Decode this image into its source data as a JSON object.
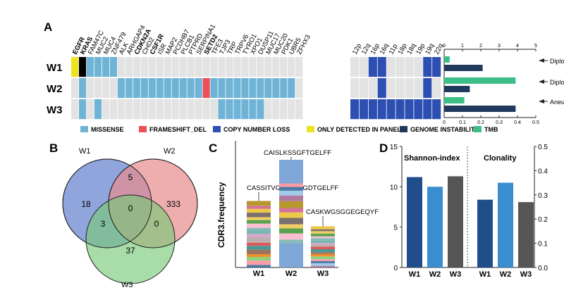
{
  "panels": {
    "a": "A",
    "b": "B",
    "c": "C",
    "d": "D"
  },
  "colors": {
    "missense": "#6fb3d6",
    "frameshift": "#ec4f55",
    "cnloss": "#2e4fb2",
    "panel": "#ece41f",
    "genome": "#1f3a5c",
    "tmb": "#3cbf86",
    "empty": "#e3e3e3"
  },
  "heatmap": {
    "rows": [
      "W1",
      "W2",
      "W3"
    ],
    "genes": [
      {
        "name": "EGFR",
        "bold": true
      },
      {
        "name": "KRAS",
        "bold": true
      },
      {
        "name": "FAM47C",
        "bold": false
      },
      {
        "name": "MUC2",
        "bold": false
      },
      {
        "name": "MUC4",
        "bold": false
      },
      {
        "name": "ZNF479",
        "bold": false
      },
      {
        "name": "ALK",
        "bold": false
      },
      {
        "name": "ARHGAP4",
        "bold": false
      },
      {
        "name": "CDKN2A",
        "bold": true
      },
      {
        "name": "CHD2",
        "bold": false
      },
      {
        "name": "CSF1R",
        "bold": true
      },
      {
        "name": "ISR",
        "bold": false
      },
      {
        "name": "MAP2",
        "bold": false
      },
      {
        "name": "PCDHB7",
        "bold": false
      },
      {
        "name": "PLCB1",
        "bold": false
      },
      {
        "name": "PTPRD",
        "bold": false
      },
      {
        "name": "SERPINA1",
        "bold": false
      },
      {
        "name": "SETD2",
        "bold": true
      },
      {
        "name": "TFE3",
        "bold": false
      },
      {
        "name": "TJP3",
        "bold": false
      },
      {
        "name": "TRP",
        "bold": false
      },
      {
        "name": "TRPV6",
        "bold": false
      },
      {
        "name": "TYRO1",
        "bold": false
      },
      {
        "name": "XPO1",
        "bold": false
      },
      {
        "name": "DUSP11",
        "bold": false
      },
      {
        "name": "MUC17",
        "bold": false
      },
      {
        "name": "MUC20",
        "bold": false
      },
      {
        "name": "PDK1",
        "bold": false
      },
      {
        "name": "UBR5",
        "bold": false
      },
      {
        "name": "ZFHX3",
        "bold": false
      }
    ],
    "gene_cells": [
      "P MMMM.........................",
      ".M....MMMMMMMMMMMFMMMMMMMMMMM..",
      ".M.M...............MMMMMM......"
    ],
    "chroms": [
      "12p",
      "12q",
      "16p",
      "16q",
      "11p",
      "18p",
      "18q",
      "19p",
      "19q",
      "22q"
    ],
    "chrom_cells": [
      "..LL....LL",
      "...L....L.",
      "LLLLLLLLLL"
    ]
  },
  "bars": {
    "ticks": [
      "0",
      "1",
      "2",
      "3",
      "4",
      "5"
    ],
    "ticks_bottom": [
      "0",
      "0.1",
      "0.2",
      "0.3",
      "0.4",
      "0.5"
    ],
    "rows": [
      {
        "genome": 2.1,
        "tmb": 0.03,
        "ploidy": "Diploidy"
      },
      {
        "genome": 1.4,
        "tmb": 0.39,
        "ploidy": "Diploidy"
      },
      {
        "genome": 3.9,
        "tmb": 0.11,
        "ploidy": "Aneuploidy"
      }
    ]
  },
  "legend": [
    "MISSENSE",
    "FRAMESHIFT_DEL",
    "COPY NUMBER LOSS",
    "ONLY DETECTED IN PANEL",
    "GENOME INSTABILITY",
    "TMB"
  ],
  "venn": {
    "labels": [
      "W1",
      "W2",
      "W3"
    ],
    "only1": "18",
    "only2": "333",
    "only3": "37",
    "v12": "5",
    "v13": "3",
    "v23": "0",
    "v123": "0"
  },
  "chart_data": [
    {
      "type": "bar",
      "title": "",
      "ylabel": "CDR3.frequency",
      "categories": [
        "W1",
        "W2",
        "W3"
      ],
      "values": [
        0.21,
        0.34,
        0.13
      ],
      "annotations": [
        "CASSITVGLAVRGGDTGELFF",
        "CAISLKSSGFTGELFF",
        "CASKWGSGGEGEQYF"
      ]
    },
    {
      "type": "bar",
      "title": "",
      "categories": [
        "W1",
        "W2",
        "W3",
        "W1",
        "W2",
        "W3"
      ],
      "groups": [
        "Shannon-index",
        "Clonality"
      ],
      "series": [
        {
          "name": "Shannon-index",
          "values": [
            11.2,
            10.0,
            11.3
          ]
        },
        {
          "name": "Clonality",
          "values": [
            0.28,
            0.35,
            0.27
          ]
        }
      ],
      "ylim": [
        0,
        15
      ],
      "ticks_left": [
        "0",
        "5",
        "10",
        "15"
      ],
      "ylim_right": [
        0,
        0.5
      ],
      "ticks_right": [
        "0.0",
        "0.1",
        "0.2",
        "0.3",
        "0.4",
        "0.5"
      ]
    }
  ]
}
